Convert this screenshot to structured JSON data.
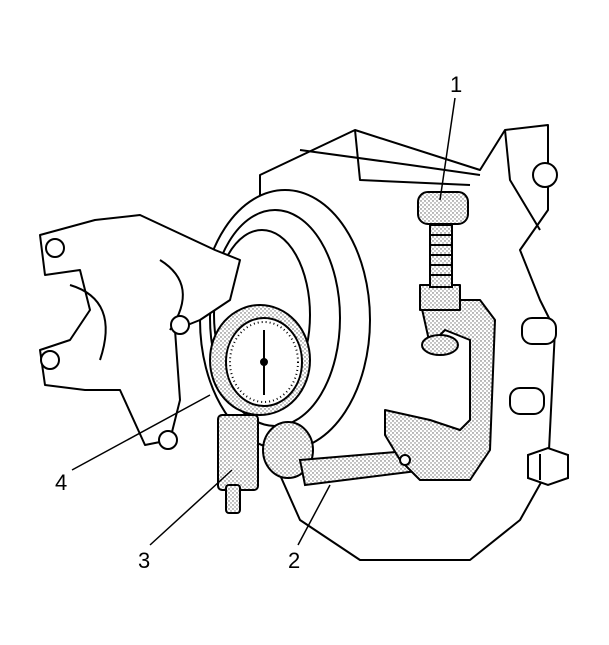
{
  "callouts": [
    {
      "id": "1",
      "label": "1"
    },
    {
      "id": "2",
      "label": "2"
    },
    {
      "id": "3",
      "label": "3"
    },
    {
      "id": "4",
      "label": "4"
    }
  ],
  "colors": {
    "line": "#000000",
    "background": "#ffffff",
    "tool_shade": "#d9d9d9"
  }
}
